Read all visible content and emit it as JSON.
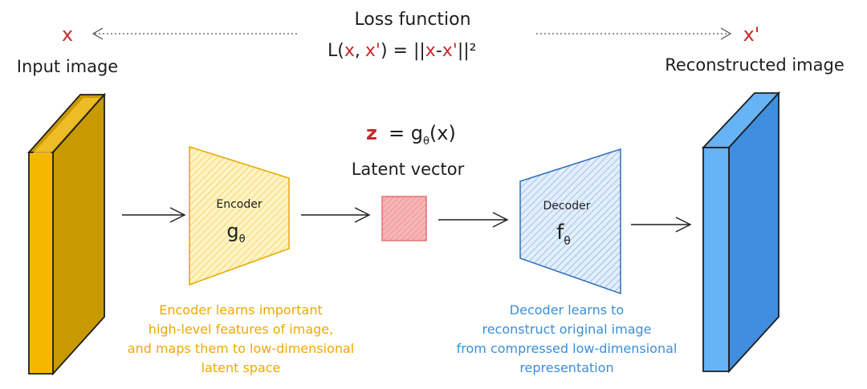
{
  "loss": {
    "title": "Loss function",
    "eq_L": "L(",
    "eq_x": "x",
    "eq_comma": ",",
    "eq_xp": "x'",
    "eq_mid": ") = ||",
    "eq_x2": "x",
    "eq_dash": "-",
    "eq_xp2": "x'",
    "eq_end": "||²"
  },
  "input": {
    "symbol": "x",
    "label": "Input image"
  },
  "output": {
    "symbol": "x'",
    "label": "Reconstructed image"
  },
  "encoder": {
    "title": "Encoder",
    "func": "g",
    "sub": "θ",
    "note": [
      "Encoder learns important",
      "high-level features of image,",
      "and maps them to low-dimensional",
      "latent space"
    ]
  },
  "latent": {
    "z": "z",
    "eq": "= g",
    "sub": "θ",
    "arg": "(x)",
    "label": "Latent vector"
  },
  "decoder": {
    "title": "Decoder",
    "func": "f",
    "sub": "θ",
    "note": [
      "Decoder learns to",
      "reconstruct original image",
      "from compressed low-dimensional",
      "representation"
    ]
  },
  "colors": {
    "input_front": "#f5b800",
    "input_side": "#c99a00",
    "encoder_fill": "#ffe9a8",
    "encoder_stroke": "#e6a800",
    "latent_fill": "#f4a3a3",
    "latent_stroke": "#e07070",
    "decoder_fill": "#c8ddf5",
    "decoder_stroke": "#2f6fb8",
    "output_front": "#3f8ee0",
    "output_side": "#66b3f5",
    "red": "#c92a2a",
    "yellow_text": "#f0a800",
    "blue_text": "#3b8ed8"
  }
}
